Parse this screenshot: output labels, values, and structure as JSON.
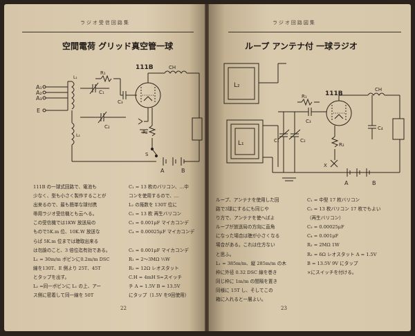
{
  "left_page": {
    "running_head": "ラジオ受信回路集",
    "title": "空間電荷 グリッド真空管一球",
    "schematic_labels": {
      "tube": "111B",
      "choke": "CH",
      "r1": "R₁",
      "c1": "C₁",
      "c2": "C₂",
      "c3": "C₃",
      "antennas": [
        "A₁",
        "A₂",
        "A₃",
        "E"
      ],
      "r2": "R₂",
      "switch": "S",
      "battery_a": "A",
      "battery_b": "B",
      "coil_l1": "L₁",
      "coil_l2": "L₂"
    },
    "col1_lines": [
      "111B の一球式回路で、電池も",
      "少なく、型も小さく製作することが",
      "出来るので、最も簡単な球付携",
      "帯用ラジオ受信機とも云へる。",
      "この受信機では1KW 放送局の",
      "もので5K.m 位、10K.W 放送な",
      "らば 5K.m 位までは聴取出来る",
      "は勿論のこと、3 倍位迄有効である。",
      "L₁ = 30m/m ボビンに0.2m/m DSC",
      "線を130T、E 側より 25T、45T",
      "とタップを出す。",
      "L₂ =同一ボビンに L₁ の上、アー",
      "ス側に密着して同一線を 50T"
    ],
    "col2_lines": [
      "C₁ = 13 枚のバリコン、…中",
      "コンを使用するので、…",
      "L₂ の捲数を 130T 位に",
      "C₂ = 13 枚 再生バリコン",
      "C₃ = 0.001μF マイカコンデ",
      "C₄ = 0.00025μF マイカコンデ",
      "",
      "C₅ = 0.001μF マイカコンデ",
      "R₁ = 2～3MΩ ½W",
      "R₂ = 12Ω レオスタット",
      "C.H = 4mH  S=スイッチ",
      "チ  A = 1.5V  B = 13.5V",
      "にタップ（1.5V を9回使用）"
    ],
    "page_number": "22"
  },
  "right_page": {
    "running_head": "ラジオ回路図集",
    "title": "ループ アンテナ付 一球ラジオ",
    "schematic_labels": {
      "tube": "111B",
      "choke": "CH",
      "c1": "C₁",
      "c2": "C₂",
      "c3": "C₃",
      "c4": "C₄",
      "r1": "R₁",
      "r2": "R₂",
      "loop_l1": "L₁",
      "loop_l2": "L₂",
      "battery_a": "A",
      "battery_b": "B",
      "switch": "X"
    },
    "col1_lines": [
      "ループ、アンテナを使用した回",
      "路で3球にするにも同じや",
      "り方で、アンテナを使へばよ",
      "ループが放送局の方向に直角",
      "になった場合は聴が小さくなる",
      "場合がある。これは仕方ない",
      "と思ふ。",
      "L₁ = 385m/m、縦 285m/m の木",
      "枠に外径 0.32 DSC 線を巻き",
      "同じ枠に 1m/m の間隔を置き",
      "同様に 15T し、そしてこの",
      "箱に入れると一層よい。",
      ""
    ],
    "col2_lines": [
      "C₁ = 中型 17 枚バリコン",
      "C₂ = 13 枚バリコン 17 枚でもよい",
      "（再生バリコン）",
      "C₃ = 0.00025μF",
      "C₄ = 0.001μF",
      "R₁ = 2MΩ 1W",
      "R₂ = 6Ω  レオスタット  A = 1.5V",
      "B = 13.5V  9V にタップ",
      "×にスイッチを付ける。",
      "",
      "",
      "",
      ""
    ],
    "page_number": "23"
  }
}
